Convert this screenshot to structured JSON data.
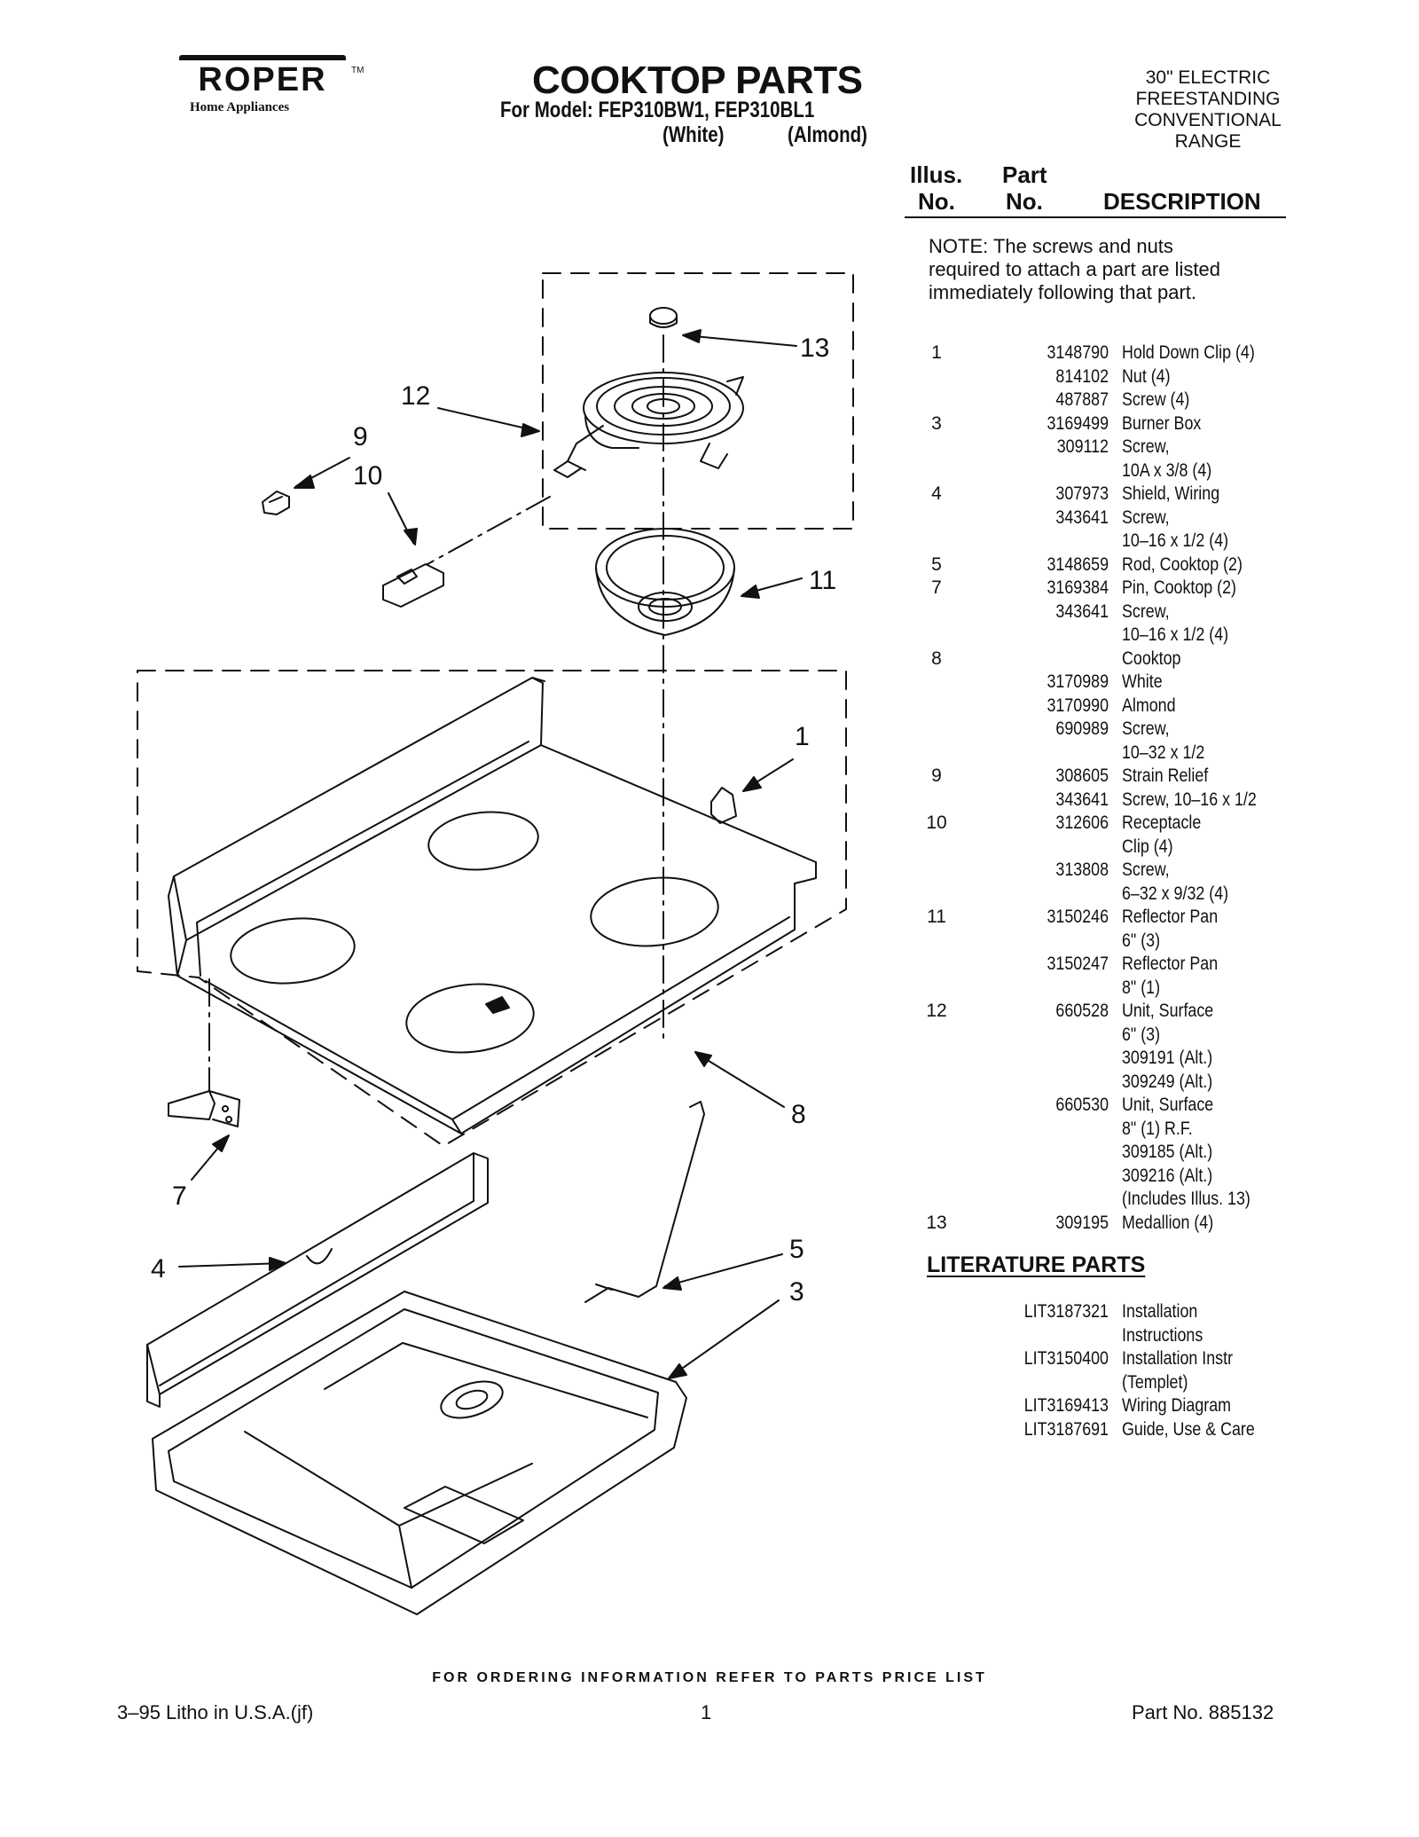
{
  "brand": {
    "name": "ROPER",
    "trademark": "TM",
    "tagline": "Home Appliances"
  },
  "header": {
    "title": "COOKTOP PARTS",
    "model_line": "For Model: FEP310BW1, FEP310BL1",
    "color_white": "(White)",
    "color_almond": "(Almond)",
    "range_type": [
      "30\" ELECTRIC",
      "FREESTANDING",
      "CONVENTIONAL",
      "RANGE"
    ]
  },
  "columns": {
    "illus_1": "Illus.",
    "illus_2": "No.",
    "part_1": "Part",
    "part_2": "No.",
    "description": "DESCRIPTION"
  },
  "note": "NOTE: The screws and nuts required to attach a part are listed immediately following that part.",
  "parts": [
    {
      "illus": "1",
      "part": "3148790",
      "desc": "Hold Down Clip (4)"
    },
    {
      "illus": "",
      "part": "814102",
      "desc": "Nut (4)"
    },
    {
      "illus": "",
      "part": "487887",
      "desc": "Screw (4)"
    },
    {
      "illus": "3",
      "part": "3169499",
      "desc": "Burner Box"
    },
    {
      "illus": "",
      "part": "309112",
      "desc": "Screw,"
    },
    {
      "illus": "",
      "part": "",
      "desc": "10A x 3/8 (4)"
    },
    {
      "illus": "4",
      "part": "307973",
      "desc": "Shield, Wiring"
    },
    {
      "illus": "",
      "part": "343641",
      "desc": "Screw,"
    },
    {
      "illus": "",
      "part": "",
      "desc": "10–16 x 1/2 (4)"
    },
    {
      "illus": "5",
      "part": "3148659",
      "desc": "Rod, Cooktop (2)"
    },
    {
      "illus": "7",
      "part": "3169384",
      "desc": "Pin, Cooktop (2)"
    },
    {
      "illus": "",
      "part": "343641",
      "desc": "Screw,"
    },
    {
      "illus": "",
      "part": "",
      "desc": "10–16 x 1/2 (4)"
    },
    {
      "illus": "8",
      "part": "",
      "desc": "Cooktop"
    },
    {
      "illus": "",
      "part": "3170989",
      "desc": "White"
    },
    {
      "illus": "",
      "part": "3170990",
      "desc": "Almond"
    },
    {
      "illus": "",
      "part": "690989",
      "desc": "Screw,"
    },
    {
      "illus": "",
      "part": "",
      "desc": "10–32 x 1/2"
    },
    {
      "illus": "9",
      "part": "308605",
      "desc": "Strain Relief"
    },
    {
      "illus": "",
      "part": "343641",
      "desc": "Screw, 10–16 x 1/2"
    },
    {
      "illus": "10",
      "part": "312606",
      "desc": "Receptacle"
    },
    {
      "illus": "",
      "part": "",
      "desc": "Clip (4)"
    },
    {
      "illus": "",
      "part": "313808",
      "desc": "Screw,"
    },
    {
      "illus": "",
      "part": "",
      "desc": "6–32 x 9/32 (4)"
    },
    {
      "illus": "11",
      "part": "3150246",
      "desc": "Reflector Pan"
    },
    {
      "illus": "",
      "part": "",
      "desc": "6\" (3)"
    },
    {
      "illus": "",
      "part": "3150247",
      "desc": "Reflector Pan"
    },
    {
      "illus": "",
      "part": "",
      "desc": "8\" (1)"
    },
    {
      "illus": "12",
      "part": "660528",
      "desc": "Unit, Surface"
    },
    {
      "illus": "",
      "part": "",
      "desc": "6\" (3)"
    },
    {
      "illus": "",
      "part": "",
      "desc": "309191 (Alt.)"
    },
    {
      "illus": "",
      "part": "",
      "desc": "309249 (Alt.)"
    },
    {
      "illus": "",
      "part": "660530",
      "desc": "Unit, Surface"
    },
    {
      "illus": "",
      "part": "",
      "desc": "8\" (1) R.F."
    },
    {
      "illus": "",
      "part": "",
      "desc": "309185 (Alt.)"
    },
    {
      "illus": "",
      "part": "",
      "desc": "309216 (Alt.)"
    },
    {
      "illus": "",
      "part": "",
      "desc": "(Includes Illus. 13)"
    },
    {
      "illus": "13",
      "part": "309195",
      "desc": "Medallion (4)"
    }
  ],
  "literature": {
    "title": "LITERATURE PARTS",
    "items": [
      {
        "part": "LIT3187321",
        "desc": "Installation"
      },
      {
        "part": "",
        "desc": "Instructions"
      },
      {
        "part": "LIT3150400",
        "desc": "Installation Instr"
      },
      {
        "part": "",
        "desc": "(Templet)"
      },
      {
        "part": "LIT3169413",
        "desc": "Wiring Diagram"
      },
      {
        "part": "LIT3187691",
        "desc": "Guide, Use & Care"
      }
    ]
  },
  "diagram_callouts": [
    "13",
    "12",
    "9",
    "10",
    "11",
    "1",
    "8",
    "7",
    "4",
    "5",
    "3"
  ],
  "footer": {
    "ordering": "FOR ORDERING INFORMATION REFER TO PARTS PRICE LIST",
    "left": "3–95 Litho in U.S.A.(jf)",
    "page": "1",
    "part_no": "Part No. 885132"
  }
}
